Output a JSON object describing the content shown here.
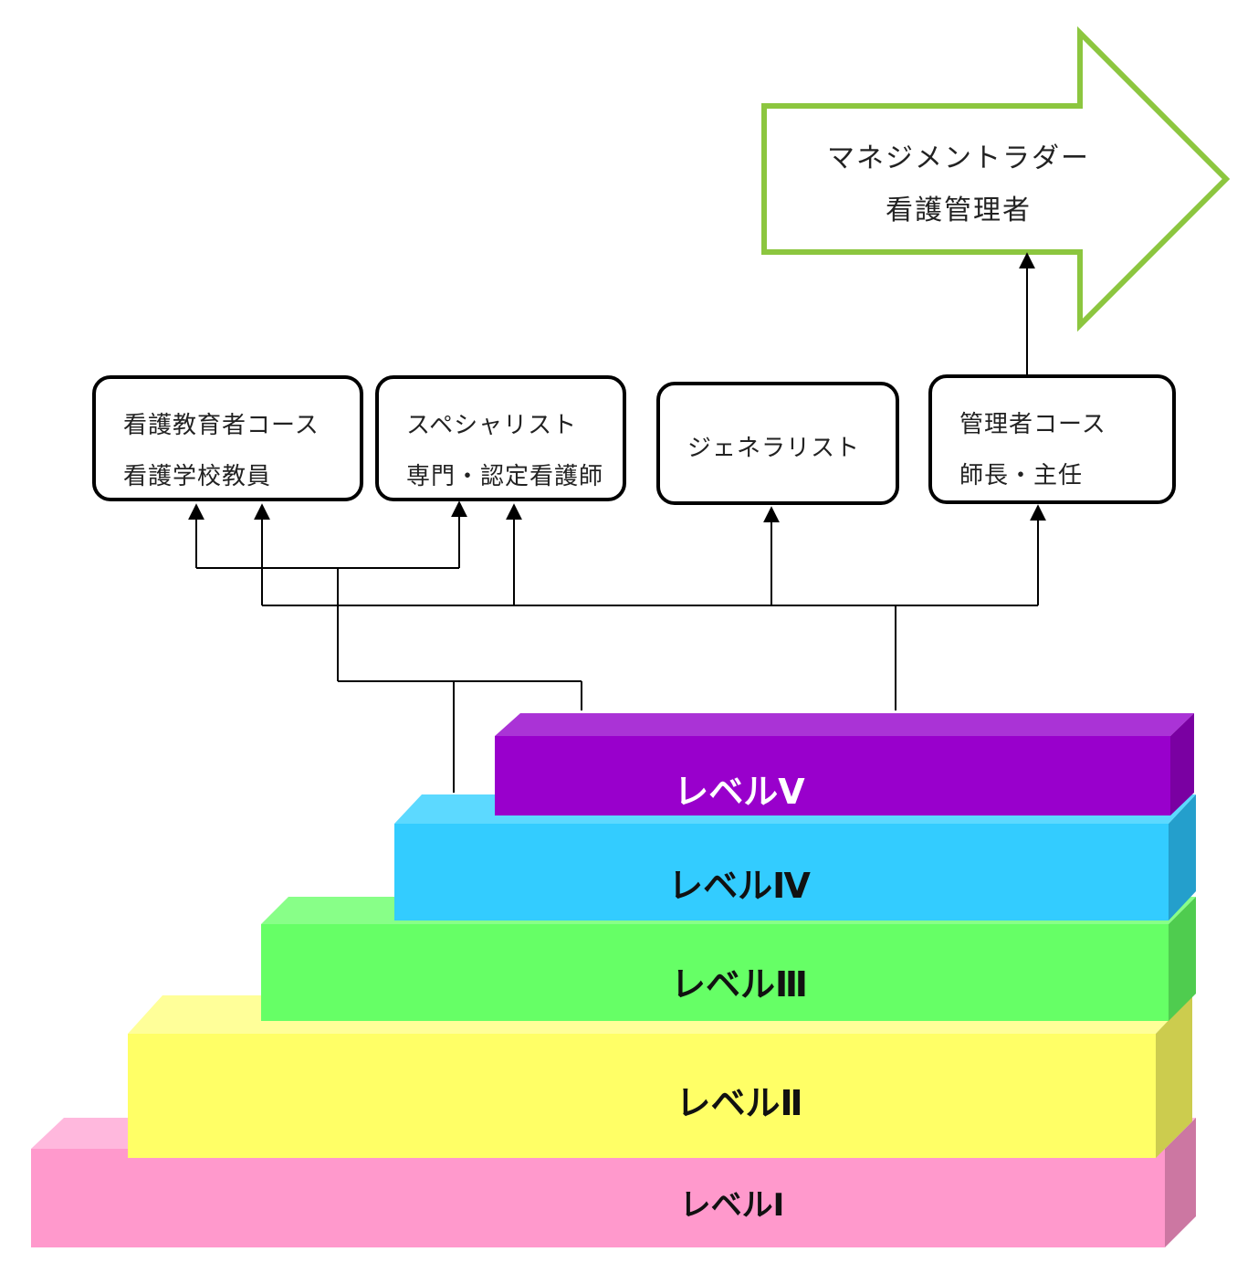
{
  "arrow": {
    "line1": "マネジメントラダー",
    "line2": "看護管理者",
    "border_color": "#8cc63f"
  },
  "boxes": [
    {
      "line1": "看護教育者コース",
      "line2": "看護学校教員"
    },
    {
      "line1": "スペシャリスト",
      "line2": "専門・認定看護師"
    },
    {
      "line1": "ジェネラリスト"
    },
    {
      "line1": "管理者コース",
      "line2": "師長・主任"
    }
  ],
  "levels": [
    {
      "label": "レベルⅠ",
      "color": "#ff99cc"
    },
    {
      "label": "レベルⅡ",
      "color": "#ffff66"
    },
    {
      "label": "レベルⅢ",
      "color": "#66ff66"
    },
    {
      "label": "レベルⅣ",
      "color": "#33ccff"
    },
    {
      "label": "レベルⅤ",
      "color": "#9900cc"
    }
  ]
}
